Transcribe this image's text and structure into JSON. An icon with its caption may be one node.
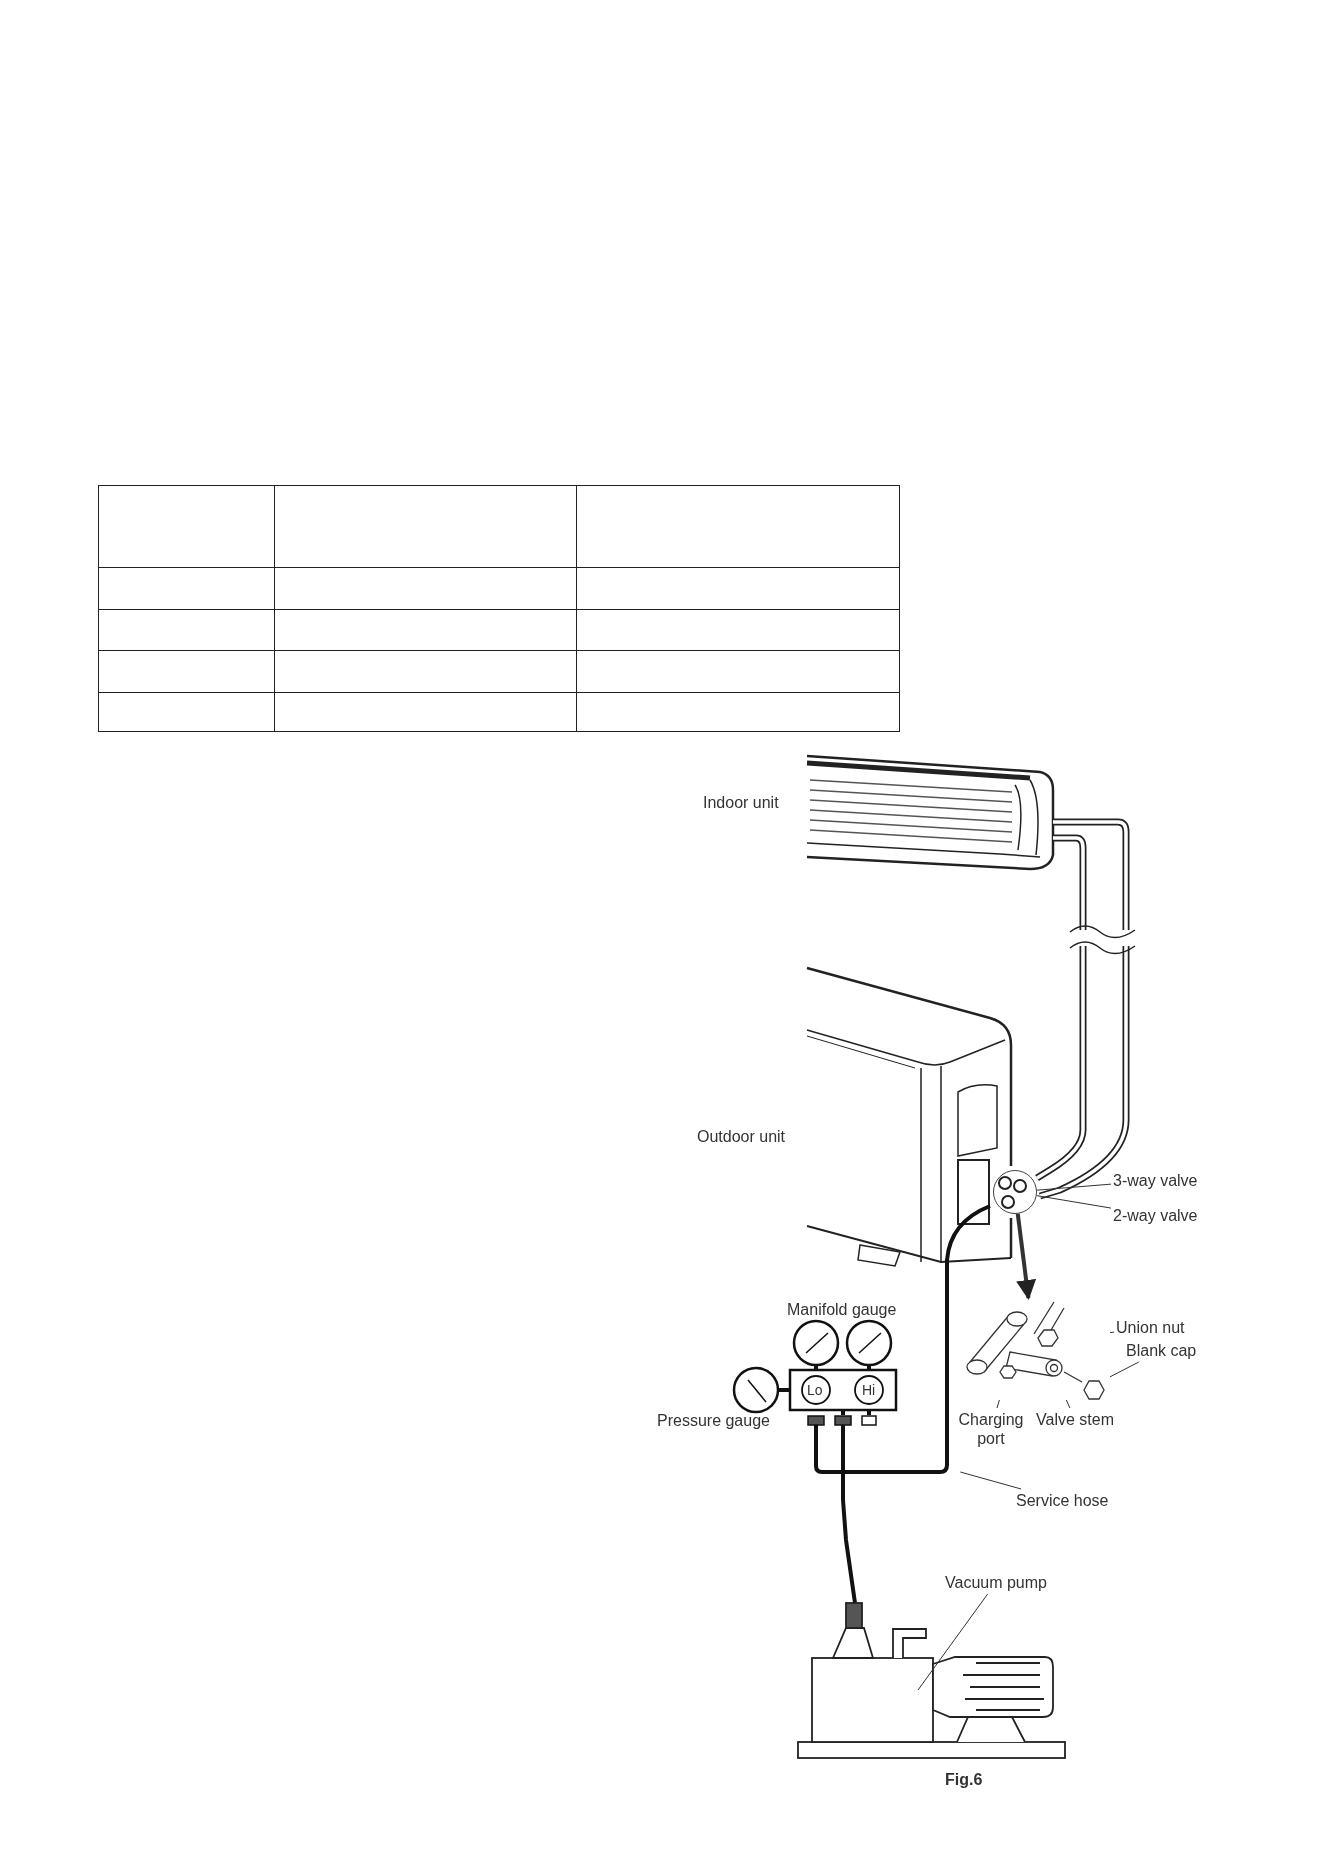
{
  "diagram": {
    "caption": "Fig.6",
    "nodes": [
      {
        "text": [
          "3-way valve"
        ]
      },
      {
        "text": [
          "2-way valve"
        ]
      },
      {
        "text": [],
        "shape": "circle"
      },
      {
        "text": [],
        "shape": "picture"
      },
      {
        "text": [
          "Union nut"
        ]
      },
      {
        "text": [
          "Blank cap"
        ]
      },
      {
        "text": [
          "Charging port"
        ]
      },
      {
        "text": [
          "Valve stem"
        ]
      },
      {
        "text": [
          "Service hose"
        ]
      },
      {
        "text": [
          "Vacuum pump"
        ]
      },
      {
        "text": [],
        "shape": "picture"
      }
    ],
    "edges": [
      {
        "from": 0,
        "to": 2,
        "arrow": "none"
      },
      {
        "from": 1,
        "to": 2,
        "arrow": "none"
      },
      {
        "from": 2,
        "to": 3,
        "arrow": "to",
        "style": "thick"
      },
      {
        "from": 4,
        "to": 3,
        "arrow": "none"
      },
      {
        "from": 5,
        "to": 3,
        "arrow": "none"
      },
      {
        "from": 6,
        "to": 3,
        "arrow": "none"
      },
      {
        "from": 7,
        "to": 3,
        "arrow": "none"
      },
      {
        "from": 8,
        "to": 10,
        "arrow": "none"
      },
      {
        "from": 9,
        "to": null,
        "arrow": "none"
      }
    ],
    "labels": [
      "Indoor unit",
      "Outdoor unit",
      "Manifold gauge",
      "Lo",
      "Hi",
      "Pressure gauge"
    ]
  }
}
